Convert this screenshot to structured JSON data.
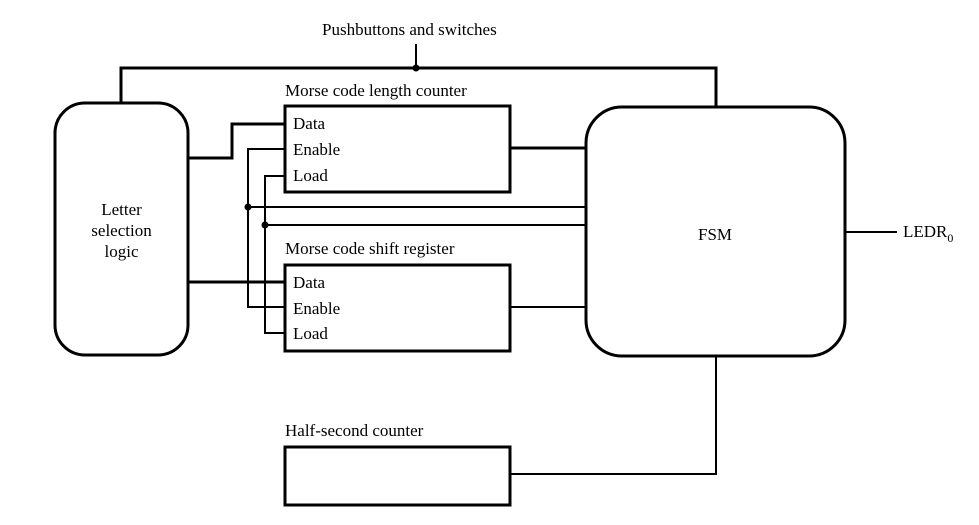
{
  "inputs_label": "Pushbuttons and switches",
  "letter_logic": {
    "line1": "Letter",
    "line2": "selection",
    "line3": "logic"
  },
  "length_counter": {
    "title": "Morse code length counter",
    "ports": {
      "data": "Data",
      "enable": "Enable",
      "load": "Load"
    }
  },
  "shift_register": {
    "title": "Morse code shift register",
    "ports": {
      "data": "Data",
      "enable": "Enable",
      "load": "Load"
    }
  },
  "fsm": {
    "label": "FSM"
  },
  "output": {
    "base": "LEDR",
    "subscript": "0"
  },
  "half_second_counter": {
    "title": "Half-second counter"
  }
}
